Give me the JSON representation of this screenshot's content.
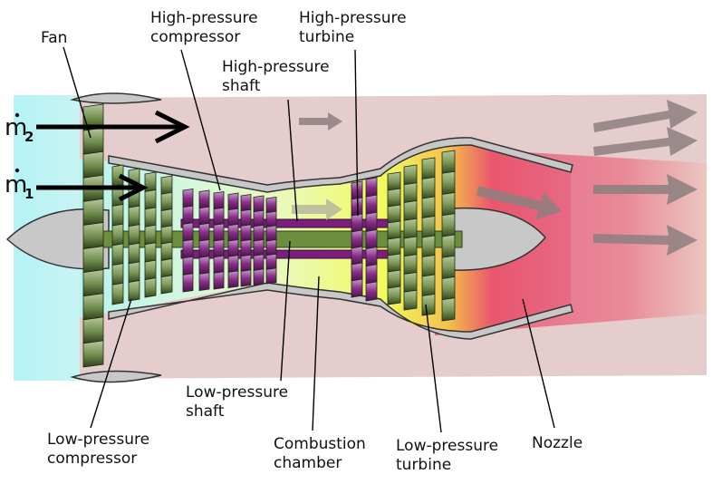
{
  "labels": {
    "fan": "Fan",
    "hp_compressor": [
      "High-pressure",
      "compressor"
    ],
    "hp_turbine": [
      "High-pressure",
      "turbine"
    ],
    "hp_shaft": [
      "High-pressure",
      "shaft"
    ],
    "lp_compressor": [
      "Low-pressure",
      "compressor"
    ],
    "lp_shaft": [
      "Low-pressure",
      "shaft"
    ],
    "combustion_chamber": [
      "Combustion",
      "chamber"
    ],
    "lp_turbine": [
      "Low-pressure",
      "turbine"
    ],
    "nozzle": "Nozzle"
  },
  "flows": {
    "bypass": {
      "symbol": "m",
      "subscript": "2"
    },
    "core": {
      "symbol": "m",
      "subscript": "1"
    }
  },
  "colors": {
    "intake": "#b8f1f4",
    "bypass_duct": "#e6cdcd",
    "compressor_stage": "#8aa86a",
    "hp_stage": "#9a3d97",
    "combustion": "#eef94a",
    "exhaust": "#e75e80",
    "casing": "#c8c8c8"
  }
}
